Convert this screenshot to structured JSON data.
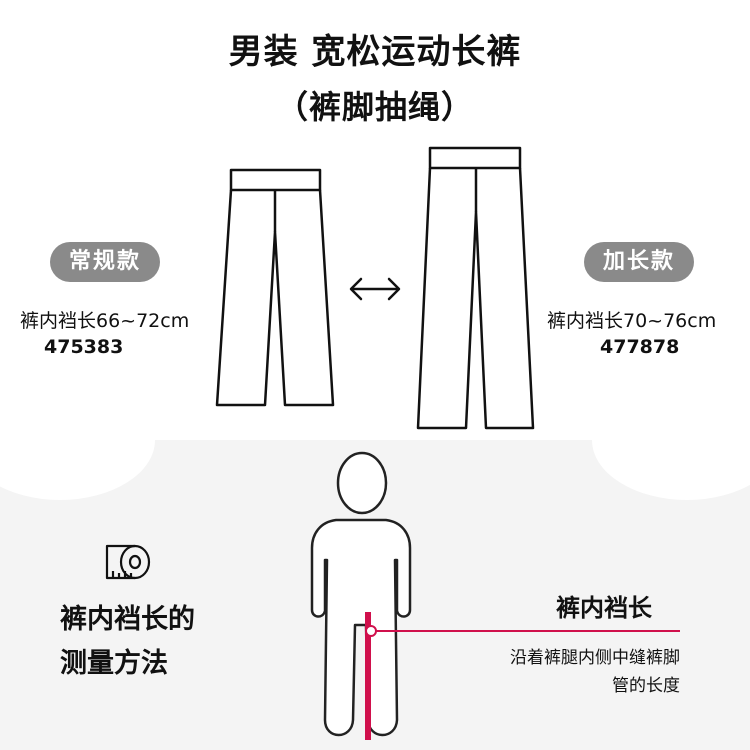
{
  "header": {
    "title_line1": "男装 宽松运动长裤",
    "title_line2": "（裤脚抽绳）"
  },
  "regular": {
    "badge": "常规款",
    "spec": "裤内裆长66~72cm",
    "code": "475383"
  },
  "long": {
    "badge": "加长款",
    "spec": "裤内裆长70~76cm",
    "code": "477878"
  },
  "compare_icon": "double-arrow-icon",
  "measure": {
    "icon": "measuring-tape-icon",
    "heading_line1": "裤内裆长的",
    "heading_line2": "测量方法",
    "figure_label": "裤内裆长",
    "description_line1": "沿着裤腿内侧中缝裤脚",
    "description_line2": "管的长度"
  },
  "colors": {
    "badge": "#8a8a8a",
    "accent": "#d0104c",
    "lower_background": "#f4f4f4"
  }
}
